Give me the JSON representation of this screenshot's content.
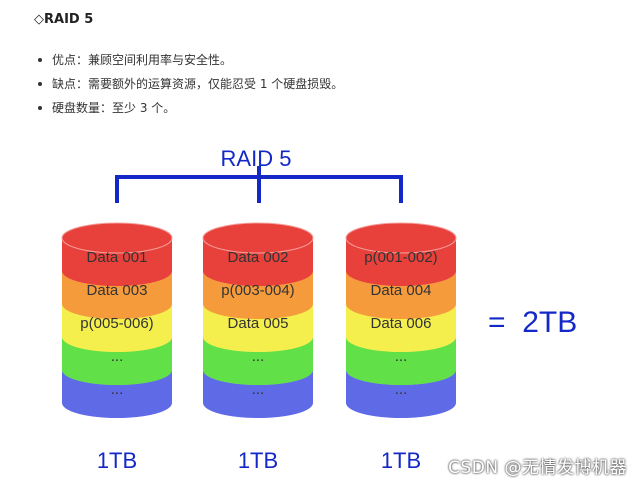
{
  "heading": "◇RAID 5",
  "bullets": [
    "优点：兼顾空间利用率与安全性。",
    "缺点：需要额外的运算资源，仅能忍受 1 个硬盘损毁。",
    "硬盘数量：至少 3 个。"
  ],
  "diagram": {
    "title": "RAID 5",
    "result": "=  2TB",
    "disks": [
      {
        "size": "1TB",
        "blocks": [
          "Data 001",
          "Data 003",
          "p(005-006)",
          "...",
          "..."
        ]
      },
      {
        "size": "1TB",
        "blocks": [
          "Data 002",
          "p(003-004)",
          "Data 005",
          "...",
          "..."
        ]
      },
      {
        "size": "1TB",
        "blocks": [
          "p(001-002)",
          "Data 004",
          "Data 006",
          "...",
          "..."
        ]
      }
    ],
    "layer_colors": [
      {
        "fill": "#e8403b",
        "top": "#f07a73"
      },
      {
        "fill": "#f59b3c",
        "top": "#f8bd73"
      },
      {
        "fill": "#f4ef4c",
        "top": "#f8f48a"
      },
      {
        "fill": "#62e048",
        "top": "#98ec82"
      },
      {
        "fill": "#5f6ae6",
        "top": "#9aa0ef"
      }
    ],
    "accent_color": "#1428c8",
    "text_color": "#333333"
  },
  "watermark": "CSDN @无情发博机器"
}
